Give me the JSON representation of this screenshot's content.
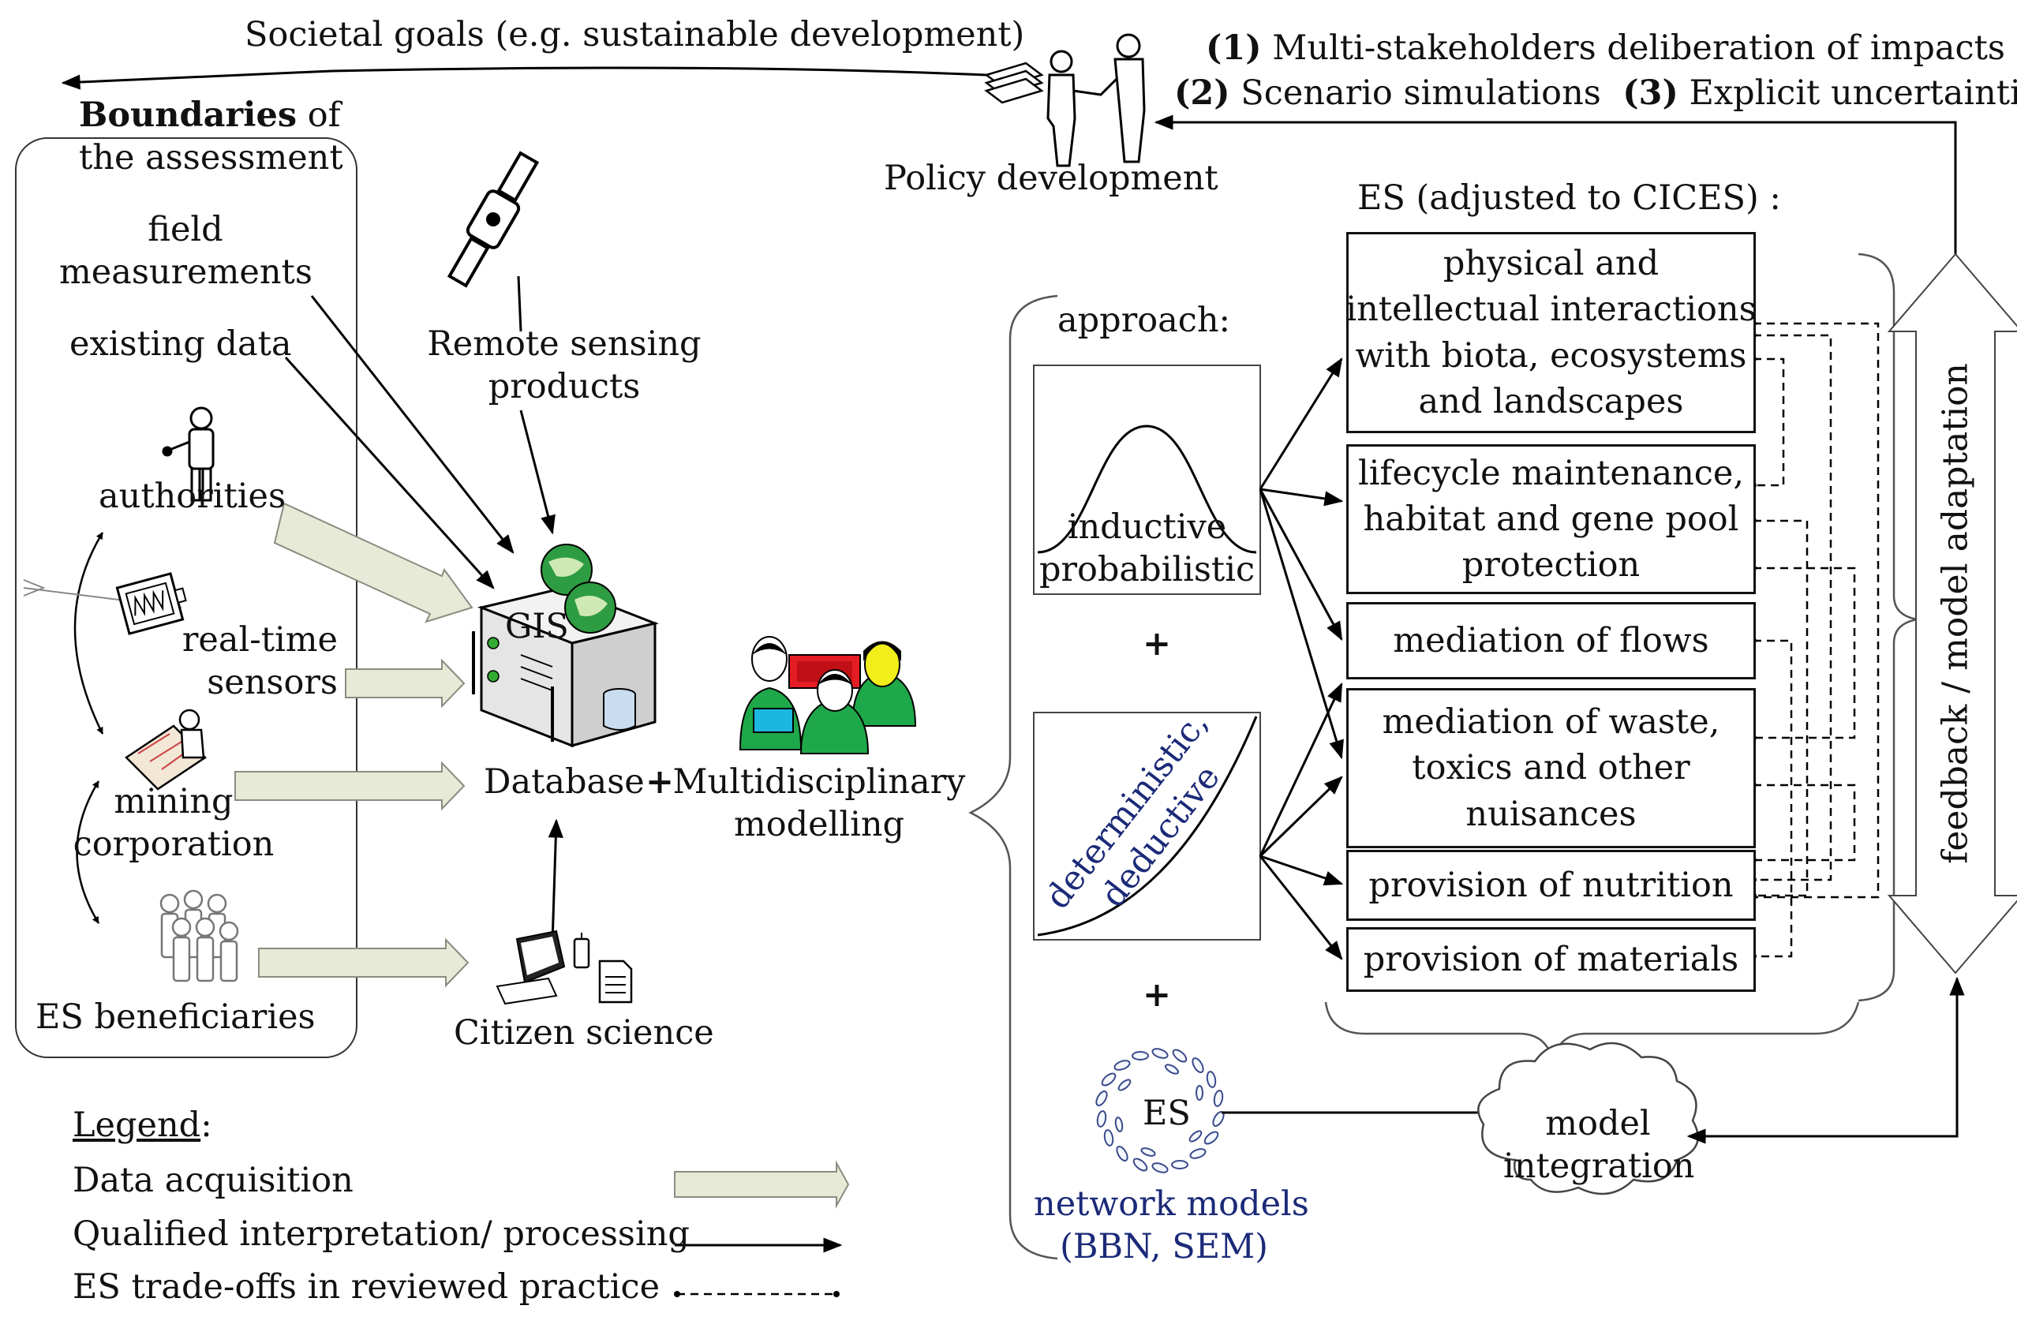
{
  "header": {
    "societal_goals": "Societal goals (e.g. sustainable development)",
    "policy_development": "Policy development",
    "item1_num": "(1)",
    "item1_text": "Multi-stakeholders deliberation of impacts",
    "item2_num": "(2)",
    "item2_text": "Scenario simulations",
    "item3_num": "(3)",
    "item3_text": "Explicit uncertainties"
  },
  "boundaries": {
    "title_bold": "Boundaries",
    "title_rest": " of",
    "title_line2": "the assessment",
    "field": "field",
    "measurements": "measurements",
    "existing_data": "existing data",
    "authorities": "authorities",
    "realtime_1": "real-time",
    "realtime_2": "sensors",
    "mining_1": "mining",
    "mining_2": "corporation",
    "beneficiaries": "ES beneficiaries"
  },
  "center": {
    "remote_1": "Remote sensing",
    "remote_2": "products",
    "gis": "GIS",
    "database": "Database",
    "plus": "+",
    "multi_1": "Multidisciplinary",
    "multi_2": "modelling",
    "citizen": "Citizen science"
  },
  "approach": {
    "label": "approach:",
    "inductive_1": "inductive",
    "inductive_2": "probabilistic",
    "plus1": "+",
    "deterministic_1": "deterministic,",
    "deterministic_2": "deductive",
    "plus2": "+",
    "es_node": "ES",
    "network_1": "network models",
    "network_2": "(BBN, SEM)"
  },
  "es_services": {
    "heading": "ES (adjusted to CICES) :",
    "items": [
      "physical and\nintellectual interactions\nwith biota, ecosystems\nand landscapes",
      "lifecycle maintenance,\nhabitat and gene pool\nprotection",
      "mediation of flows",
      "mediation of waste,\ntoxics and other\nnuisances",
      "provision of nutrition",
      "provision of materials"
    ]
  },
  "feedback": "feedback / model adaptation",
  "model_integration_1": "model",
  "model_integration_2": "integration",
  "legend": {
    "title": "Legend",
    "colon": ":",
    "data_acquisition": "Data acquisition",
    "qualified": "Qualified interpretation/ processing",
    "tradeoffs": "ES trade-offs in reviewed practice"
  },
  "colors": {
    "acq_fill": "#e6ead6",
    "acq_stroke": "#8a8c80",
    "navy": "#1b2a78",
    "green": "#1fa84a",
    "red": "#d71920"
  },
  "icons": [
    "document-stack-icon",
    "handshake-icon",
    "satellite-icon",
    "police-officer-icon",
    "sensor-chart-icon",
    "mining-worker-icon",
    "people-group-icon",
    "gis-server-icon",
    "globe-icon",
    "database-cylinder-icon",
    "modellers-group-icon",
    "computer-icon",
    "mobile-phone-icon",
    "document-icon",
    "leaf-network-icon",
    "cloud-icon"
  ]
}
